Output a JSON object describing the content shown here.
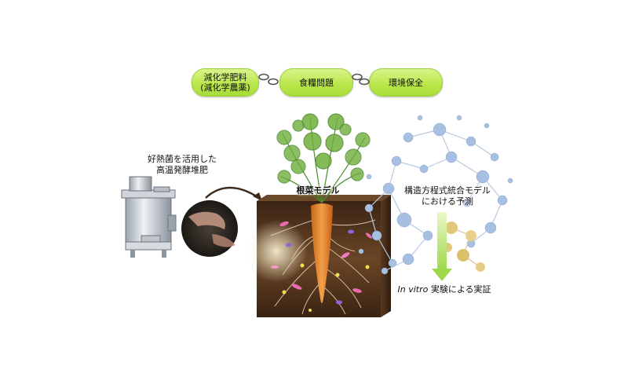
{
  "topics": {
    "fertilizer_line1": "減化学肥料",
    "fertilizer_line2": "(減化学農薬)",
    "food": "食糧問題",
    "environment": "環境保全"
  },
  "compost": {
    "line1": "好熱菌を活用した",
    "line2": "高温発酵堆肥"
  },
  "root_model_label": "根菜モデル",
  "sem": {
    "line1": "構造方程式統合モデル",
    "line2": "における予測"
  },
  "validation": {
    "italic": "In vitro",
    "rest": " 実験による実証"
  },
  "colors": {
    "pill": "#b8e64a",
    "soil": "#5a3a20",
    "carrot": "#e88a2a",
    "leaves": "#4c8a2c",
    "molecule_blue": "#9ab8de",
    "molecule_gold": "#e3c77a",
    "arrow_green": "#9ed84a"
  }
}
